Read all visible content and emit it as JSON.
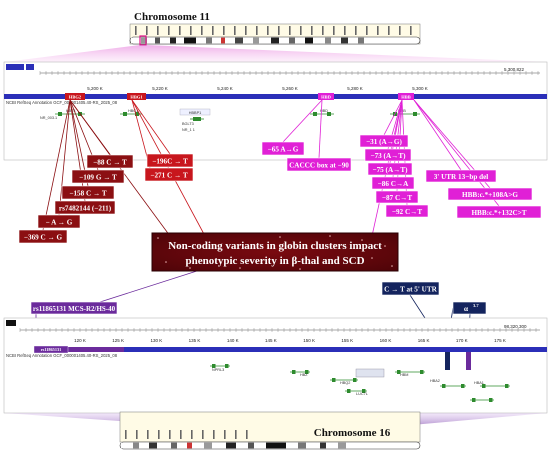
{
  "chromosome_top": {
    "title": "Chromosome 11"
  },
  "chromosome_bottom": {
    "title": "Chromosome 16"
  },
  "track_top": {
    "annotation_label": "NCBI RefSeq Annotation GCF_000001405.40-RS_2025_08",
    "coord_ticks": [
      "5,200 K",
      "5,220 K",
      "5,240 K",
      "5,260 K",
      "5,280 K",
      "5,300 K"
    ],
    "range_end": "5,300,822",
    "genes": [
      "HBG2",
      "HBG1",
      "HBD",
      "HBB"
    ],
    "small_labels": [
      "HBE1",
      "NR_003.1",
      "HBBP1",
      "BGLT3",
      "NR_1 1",
      "HBG1",
      "HBD",
      "HBB"
    ]
  },
  "track_bottom": {
    "annotation_label": "NCBI RefSeq Annotation GCF_000001405.40-RS_2025_08",
    "region_label": "rs11865131",
    "coord_ticks": [
      "120 K",
      "125 K",
      "130 K",
      "135 K",
      "140 K",
      "145 K",
      "150 K",
      "155 K",
      "160 K",
      "165 K",
      "170 K",
      "175 K"
    ],
    "range_end": "98,320,300",
    "genes": [
      "HBZ",
      "HBM",
      "HBA2",
      "HBA1",
      "HBQ1"
    ],
    "small_labels": [
      "NPRL3",
      "HBZ",
      "HBQ2",
      "HBM",
      "LUC7L",
      "HBA2",
      "HBA1"
    ]
  },
  "variants_left": [
    "−88 C → T",
    "−109 G → T",
    "−158 C → T",
    "rs7482144 (−211)",
    "− A → G",
    "−369 C → G"
  ],
  "variants_mid": [
    "−196C → T",
    "−271 C → T"
  ],
  "variants_hbd": [
    "−65 A→G",
    "CACCC box at −90"
  ],
  "variants_hbb": [
    "−31 (A→G)",
    "−73 (A→T)",
    "−75 (A→T)",
    "−86 C→A",
    "−87 C→T",
    "−92 C→T"
  ],
  "variants_hbb_right": [
    "3' UTR 13−bp del",
    "HBB:c.*+108A>G",
    "HBB:c.*+132C>T"
  ],
  "center_box": {
    "line1": "Non-coding variants in globin clusters impact",
    "line2": "phenotypic severity in β-thal and SCD"
  },
  "lower_labels": {
    "mcs": "rs11865131 MCS-R2/HS-40",
    "utr": "C → T at 5' UTR",
    "alpha": "α",
    "alpha_sup": "3.7"
  },
  "colors": {
    "dark_red": "#8b0f12",
    "red": "#c8161d",
    "magenta": "#e020d6",
    "purple": "#6b2b9c",
    "navy": "#14245e",
    "track_blue": "#2b2fb8"
  }
}
